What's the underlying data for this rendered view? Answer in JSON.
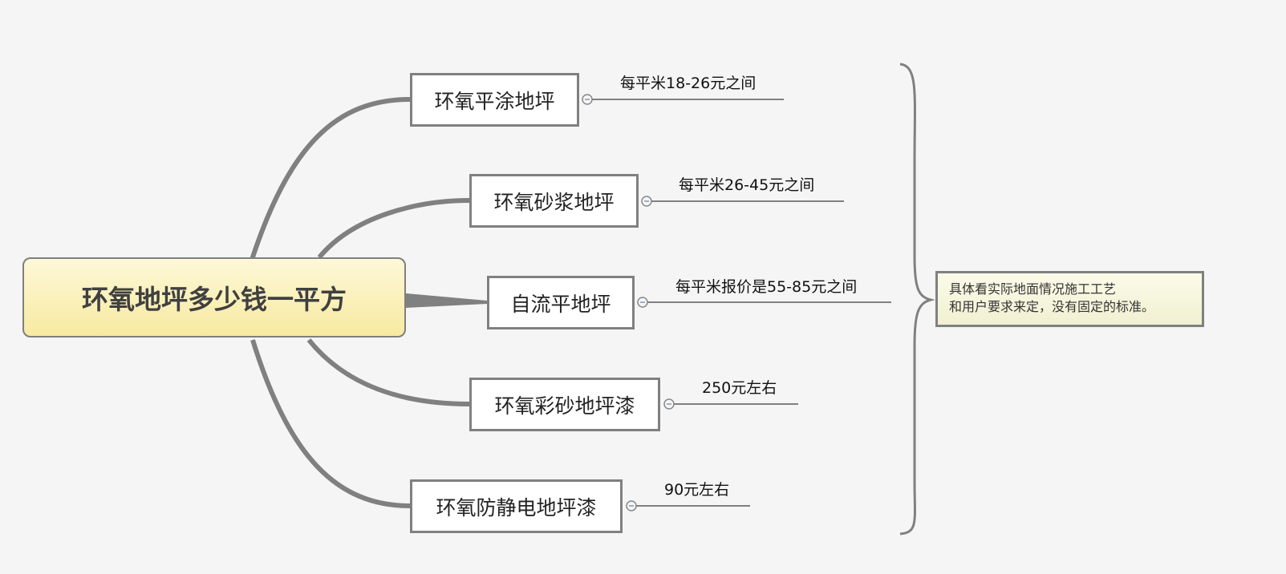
{
  "central_topic": "环氧地坪多少钱一平方",
  "branches": [
    {
      "topic": "环氧平涂地坪",
      "price": "每平米18-26元之间"
    },
    {
      "topic": "环氧砂浆地坪",
      "price": "每平米26-45元之间"
    },
    {
      "topic": "自流平地坪",
      "price": "每平米报价是55-85元之间"
    },
    {
      "topic": "环氧彩砂地坪漆",
      "price": "250元左右"
    },
    {
      "topic": "环氧防静电地坪漆",
      "price": "90元左右"
    }
  ],
  "summary": {
    "line1": "具体看实际地面情况施工工艺",
    "line2": "和用户要求来定，没有固定的标准。"
  }
}
